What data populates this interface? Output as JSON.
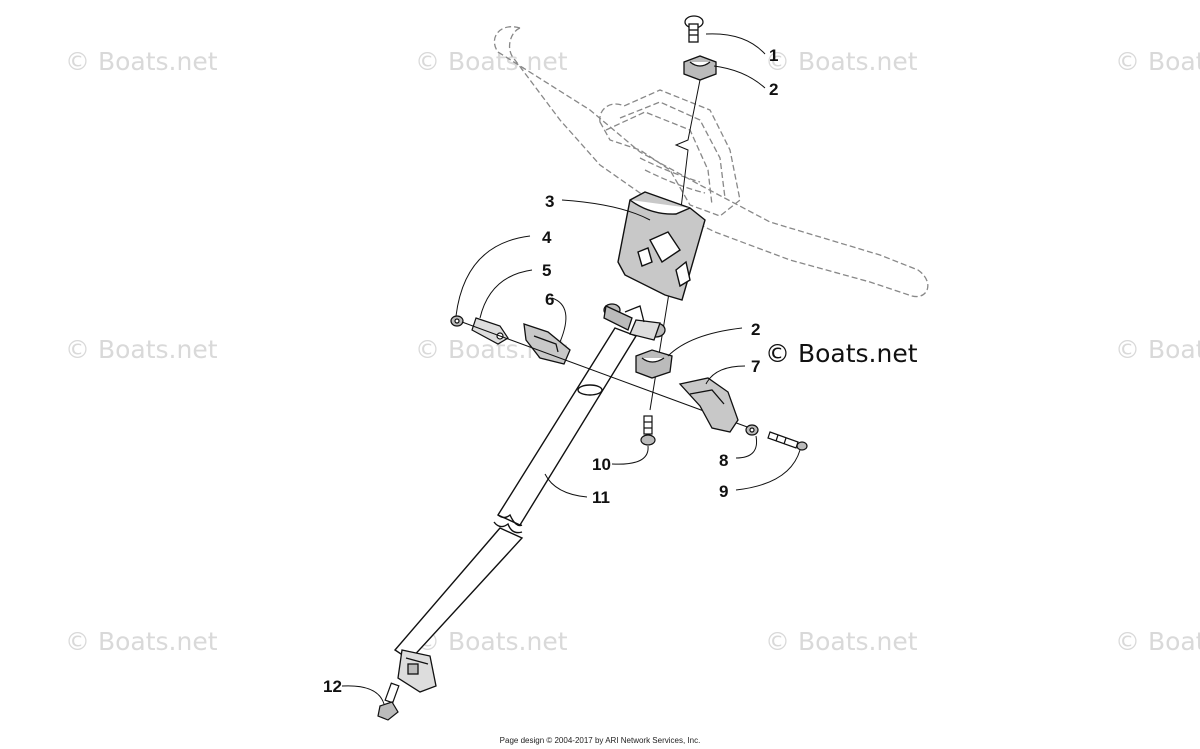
{
  "watermark": "© Boats.net",
  "callouts": {
    "c1": "1",
    "c2a": "2",
    "c2b": "2",
    "c3": "3",
    "c4": "4",
    "c5": "5",
    "c6": "6",
    "c7": "7",
    "c8": "8",
    "c9": "9",
    "c10": "10",
    "c11": "11",
    "c12": "12"
  },
  "footer": "Page design © 2004-2017 by ARI Network Services, Inc."
}
